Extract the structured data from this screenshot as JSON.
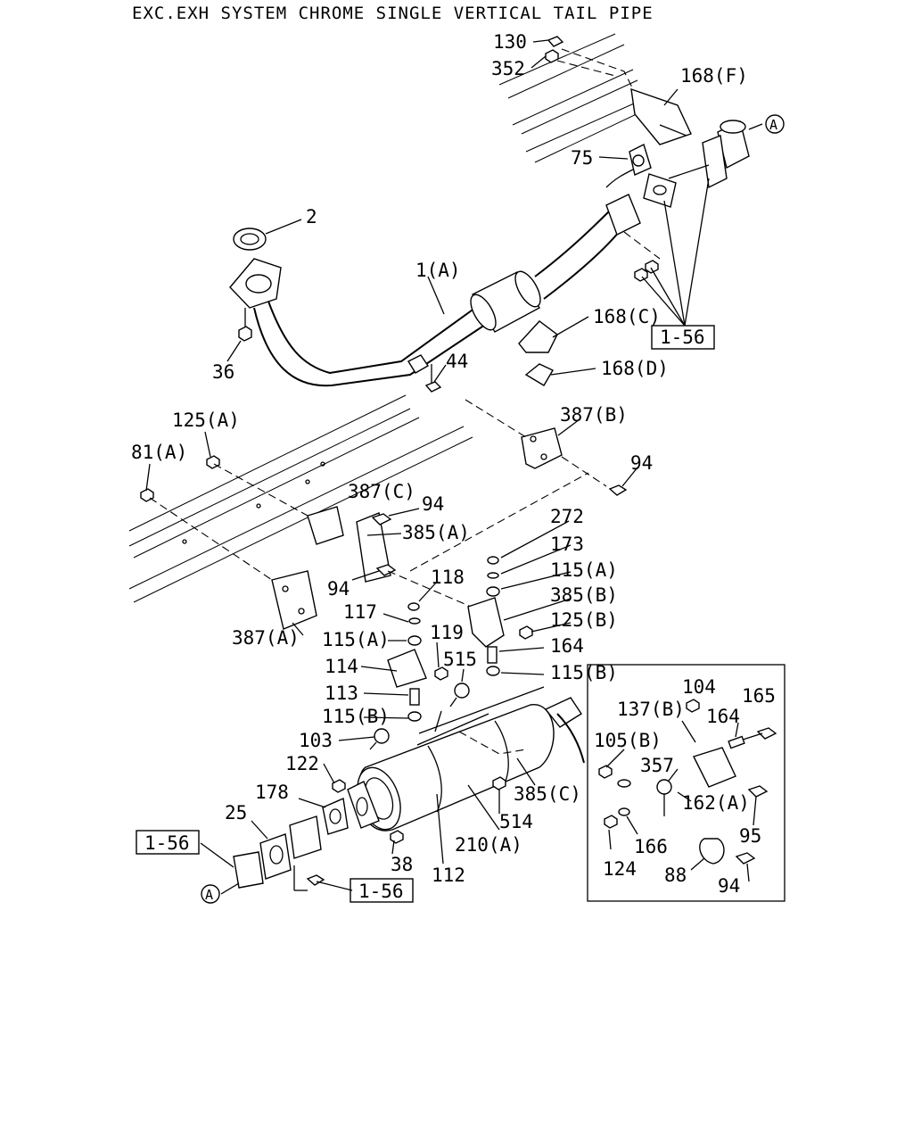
{
  "title": "EXC.EXH SYSTEM CHROME SINGLE VERTICAL TAIL PIPE",
  "callouts": {
    "p130": "130",
    "p352": "352",
    "p168f": "168(F)",
    "pA_top": "A",
    "p75": "75",
    "p2": "2",
    "p1a": "1(A)",
    "p168c": "168(C)",
    "p168d": "168(D)",
    "p36": "36",
    "p44": "44",
    "ref156_top": "1-56",
    "p125a": "125(A)",
    "p81a": "81(A)",
    "p387b": "387(B)",
    "p94_r": "94",
    "p387c": "387(C)",
    "p94_c": "94",
    "p385a": "385(A)",
    "p94_l": "94",
    "p387a": "387(A)",
    "p272": "272",
    "p173": "173",
    "p115a_r": "115(A)",
    "p118": "118",
    "p385b": "385(B)",
    "p117": "117",
    "p125b": "125(B)",
    "p115a_l": "115(A)",
    "p119": "119",
    "p164_m": "164",
    "p114": "114",
    "p515": "515",
    "p115b_r": "115(B)",
    "p113": "113",
    "p115b_l": "115(B)",
    "p103": "103",
    "p122": "122",
    "p178": "178",
    "p25": "25",
    "ref156_left": "1-56",
    "pA_bot": "A",
    "p38": "38",
    "p112": "112",
    "p210a": "210(A)",
    "p514": "514",
    "p385c": "385(C)",
    "ref156_bot": "1-56",
    "p104": "104",
    "p165": "165",
    "p137b": "137(B)",
    "p164_i": "164",
    "p105b": "105(B)",
    "p357": "357",
    "p162a": "162(A)",
    "p166": "166",
    "p124": "124",
    "p88": "88",
    "p95": "95",
    "p94_i": "94"
  }
}
